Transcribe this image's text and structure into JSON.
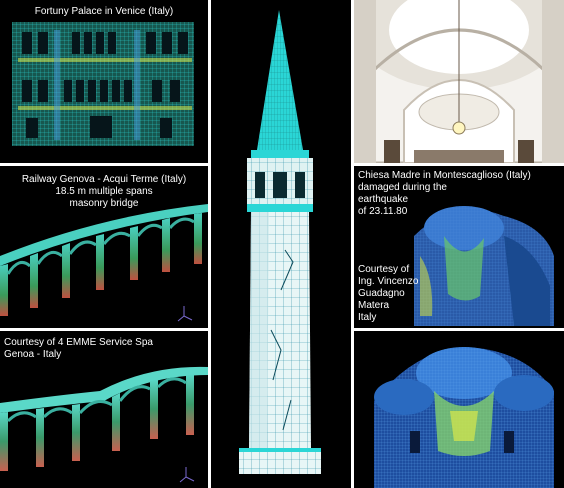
{
  "panels": {
    "fortuny": {
      "caption": "Fortuny Palace in Venice (Italy)"
    },
    "railway": {
      "caption_lines": [
        "Railway Genova - Acqui Terme (Italy)",
        "18.5 m multiple spans",
        "masonry bridge"
      ]
    },
    "emme": {
      "caption_lines": [
        "Courtesy of 4 EMME Service Spa",
        "Genoa - Italy"
      ]
    },
    "chiesa": {
      "caption_lines": [
        "Chiesa Madre in Montescaglioso (Italy)",
        "damaged during the",
        "earthquake",
        "of 23.11.80"
      ],
      "courtesy_lines": [
        "Courtesy of",
        "Ing. Vincenzo",
        "Guadagno",
        "Matera",
        "Italy"
      ]
    }
  },
  "colors": {
    "background": "#000000",
    "mesh_cyan": "#2ad6d6",
    "mesh_white": "#e8f6f6",
    "stress_green": "#3a8a4a",
    "stress_red": "#c04a3a",
    "dome_blue": "#2a6ab8"
  },
  "icons": [
    "axis-triad-icon"
  ]
}
